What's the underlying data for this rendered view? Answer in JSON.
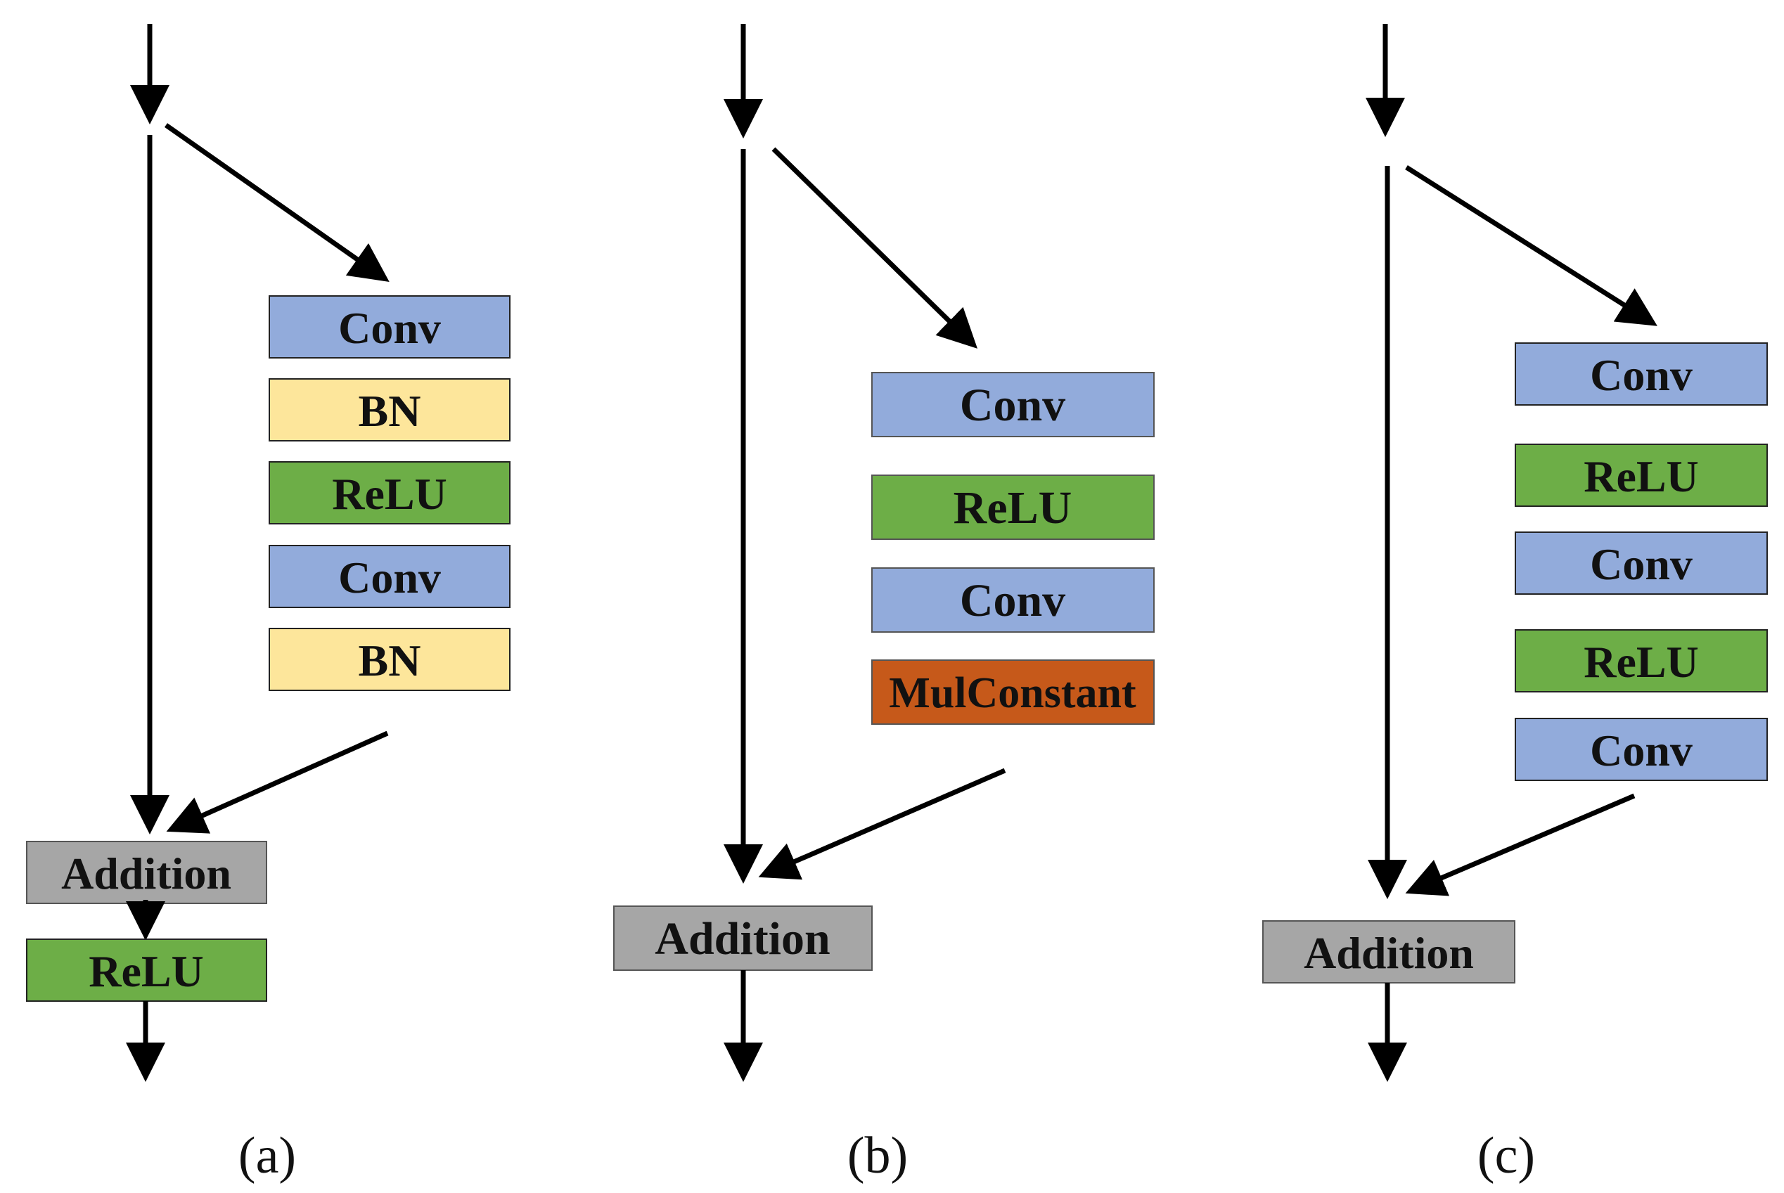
{
  "palette": {
    "conv": "#92ABDB",
    "bn": "#FDE69B",
    "relu": "#6DAE47",
    "add": "#A6A6A6",
    "mul": "#C6591A",
    "arrow": "#000000",
    "text": "#111111"
  },
  "panels": [
    {
      "caption": "(a)",
      "blocks": [
        {
          "label": "Conv",
          "kind": "conv"
        },
        {
          "label": "BN",
          "kind": "bn"
        },
        {
          "label": "ReLU",
          "kind": "relu"
        },
        {
          "label": "Conv",
          "kind": "conv"
        },
        {
          "label": "BN",
          "kind": "bn"
        }
      ],
      "addition_label": "Addition",
      "post_label": "ReLU"
    },
    {
      "caption": "(b)",
      "blocks": [
        {
          "label": "Conv",
          "kind": "conv"
        },
        {
          "label": "ReLU",
          "kind": "relu"
        },
        {
          "label": "Conv",
          "kind": "conv"
        },
        {
          "label": "MulConstant",
          "kind": "mul"
        }
      ],
      "addition_label": "Addition"
    },
    {
      "caption": "(c)",
      "blocks": [
        {
          "label": "Conv",
          "kind": "conv"
        },
        {
          "label": "ReLU",
          "kind": "relu"
        },
        {
          "label": "Conv",
          "kind": "conv"
        },
        {
          "label": "ReLU",
          "kind": "relu"
        },
        {
          "label": "Conv",
          "kind": "conv"
        }
      ],
      "addition_label": "Addition"
    }
  ]
}
